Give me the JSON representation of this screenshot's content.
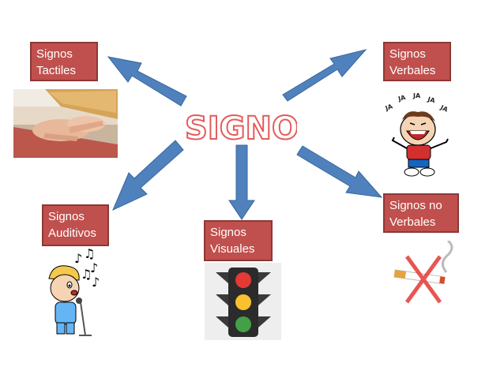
{
  "center": {
    "label": "SIGNO"
  },
  "boxes": {
    "tactiles": {
      "line1": "Signos",
      "line2": "Tactiles"
    },
    "verbales": {
      "line1": "Signos",
      "line2": "Verbales"
    },
    "auditivos": {
      "line1": "Signos",
      "line2": "Auditivos"
    },
    "visuales": {
      "line1": "Signos",
      "line2": "Visuales"
    },
    "no_verbales": {
      "line1": "Signos no",
      "line2": "Verbales"
    }
  },
  "colors": {
    "box_fill": "#c0504d",
    "arrow": "#4f81bd",
    "title_outline": "#e35b5b"
  },
  "icons": [
    "hands-on-keyboard-image",
    "laughing-boy-icon",
    "singing-boy-icon",
    "traffic-light-icon",
    "no-smoking-icon"
  ]
}
